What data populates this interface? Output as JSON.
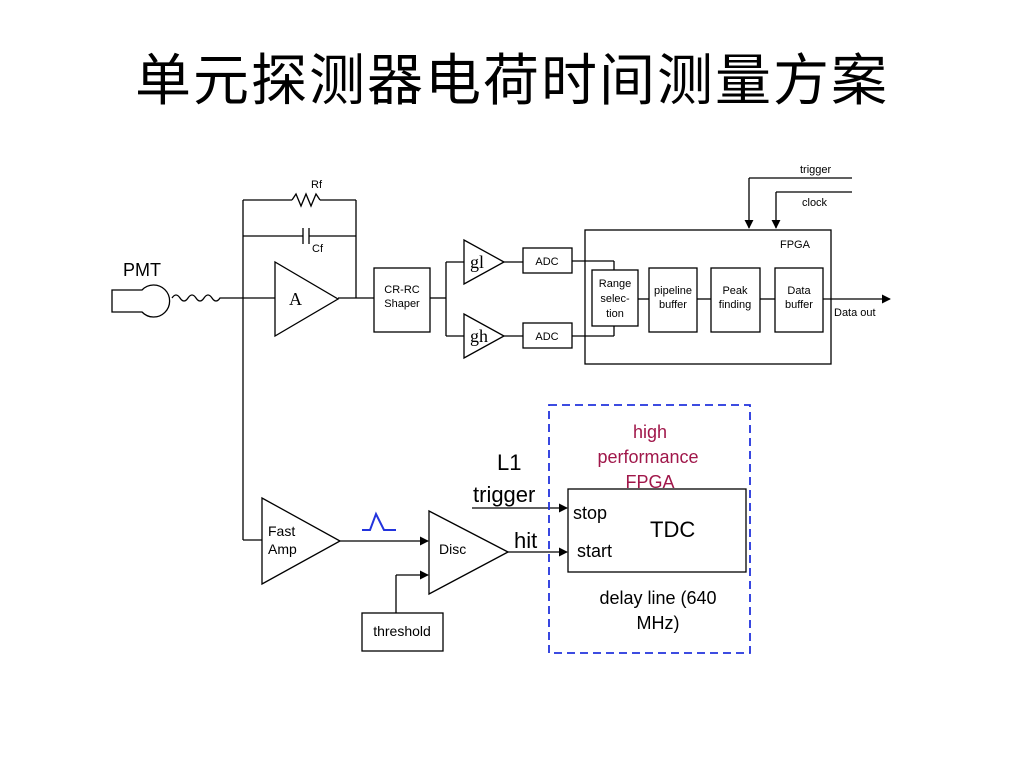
{
  "title": "单元探测器电荷时间测量方案",
  "labels": {
    "rf": "Rf",
    "cf": "Cf",
    "pmt": "PMT",
    "amp": "A",
    "shaper_1": "CR-RC",
    "shaper_2": "Shaper",
    "gl": "gl",
    "gh": "gh",
    "adc_top": "ADC",
    "adc_bottom": "ADC",
    "fpga": "FPGA",
    "trigger": "trigger",
    "clock": "clock",
    "range_1": "Range",
    "range_2": "selec-",
    "range_3": "tion",
    "pipeline_1": "pipeline",
    "pipeline_2": "buffer",
    "peak_1": "Peak",
    "peak_2": "finding",
    "data_1": "Data",
    "data_2": "buffer",
    "data_out": "Data out",
    "fast_amp_1": "Fast",
    "fast_amp_2": "Amp",
    "disc": "Disc",
    "threshold": "threshold",
    "l1": "L1",
    "l1_trigger": "trigger",
    "hit": "hit",
    "hp_1": "high",
    "hp_2": "performance",
    "hp_3": "FPGA",
    "stop": "stop",
    "start": "start",
    "tdc": "TDC",
    "delay_1": "delay line (640",
    "delay_2": "MHz)"
  },
  "colors": {
    "dashed_box": "#2233dd",
    "pulse": "#2233dd",
    "hp_fpga_text": "#a0174a"
  }
}
